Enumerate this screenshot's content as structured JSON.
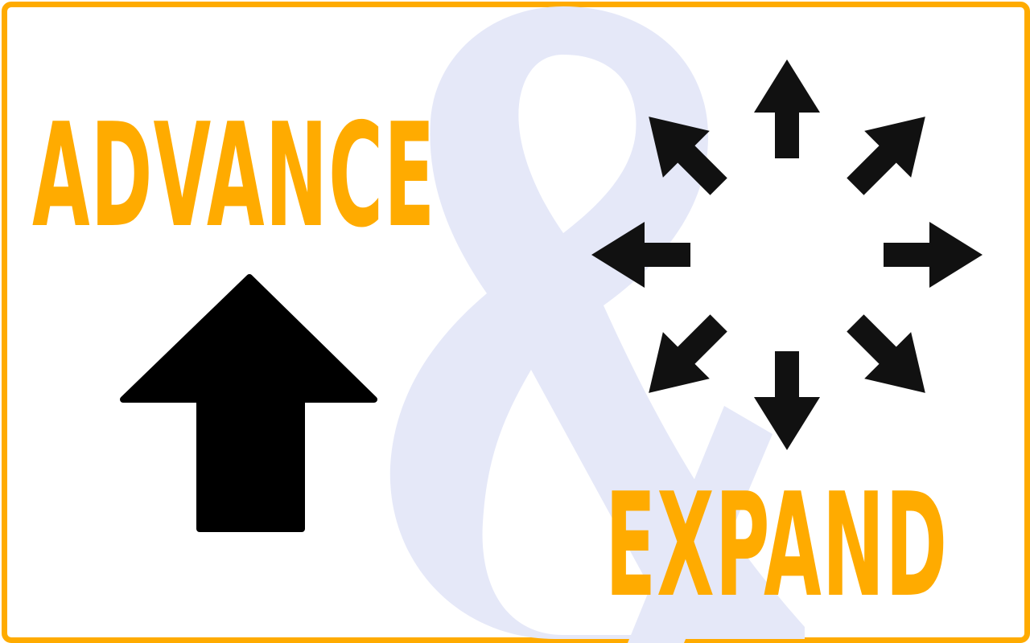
{
  "colors": {
    "border": "#FFAB00",
    "text": "#FFAB00",
    "ampersand": "#E5E8F8",
    "arrows": "#111111",
    "background": "#FFFFFF"
  },
  "headline": {
    "left_word": "ADVANCE",
    "right_word": "EXPAND",
    "connector": "&"
  },
  "icons": {
    "big_arrow": "arrow-up-icon",
    "radial_arrows": [
      "arrow-n",
      "arrow-ne",
      "arrow-e",
      "arrow-se",
      "arrow-s",
      "arrow-sw",
      "arrow-w",
      "arrow-nw"
    ]
  }
}
